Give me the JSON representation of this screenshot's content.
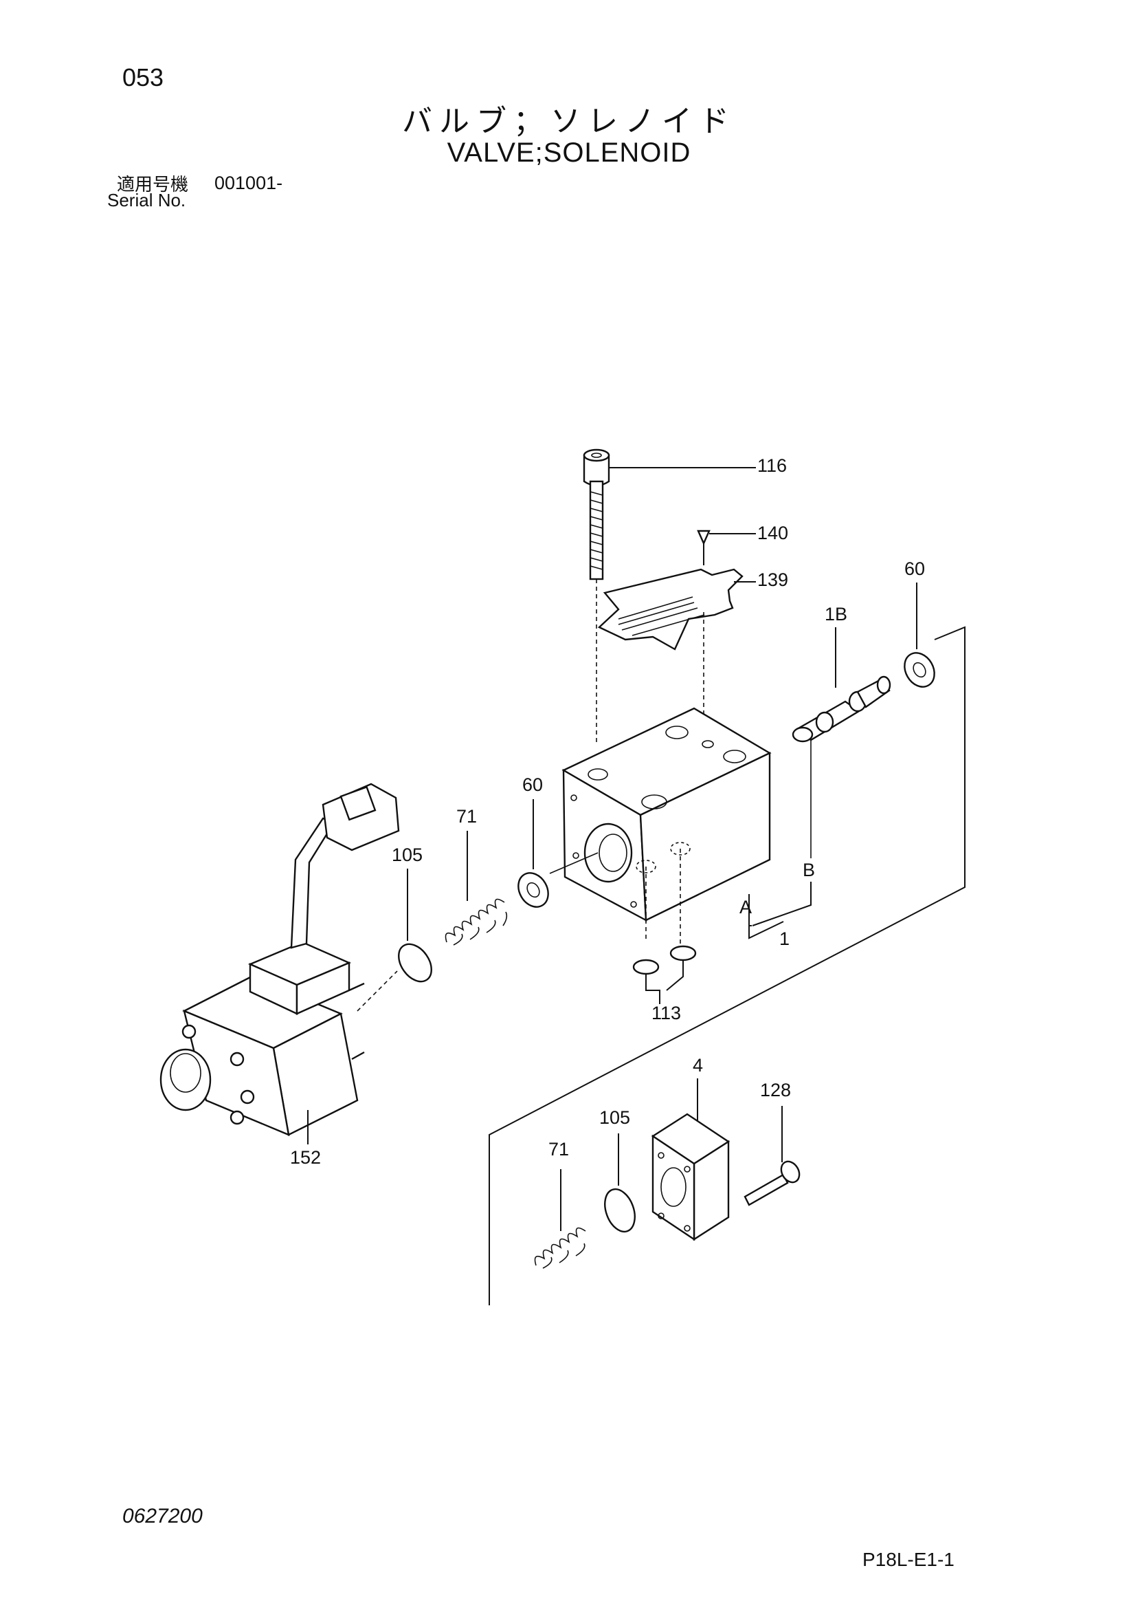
{
  "header": {
    "page_number": "053",
    "title_jp": "バルブ；ソレノイド",
    "title_en": "VALVE;SOLENOID",
    "serial_label_jp": "適用号機",
    "serial_label_en": "Serial No.",
    "serial_value": "001001-"
  },
  "callouts": {
    "p116": "116",
    "p140": "140",
    "p139": "139",
    "p60_top": "60",
    "p1B": "1B",
    "p60_mid": "60",
    "p71_top": "71",
    "p105_top": "105",
    "pB": "B",
    "pA": "A",
    "p1": "1",
    "p113": "113",
    "p4": "4",
    "p128": "128",
    "p105_bottom": "105",
    "p71_bottom": "71",
    "p152": "152"
  },
  "footer": {
    "document_number": "0627200",
    "sheet_id": "P18L-E1-1"
  }
}
